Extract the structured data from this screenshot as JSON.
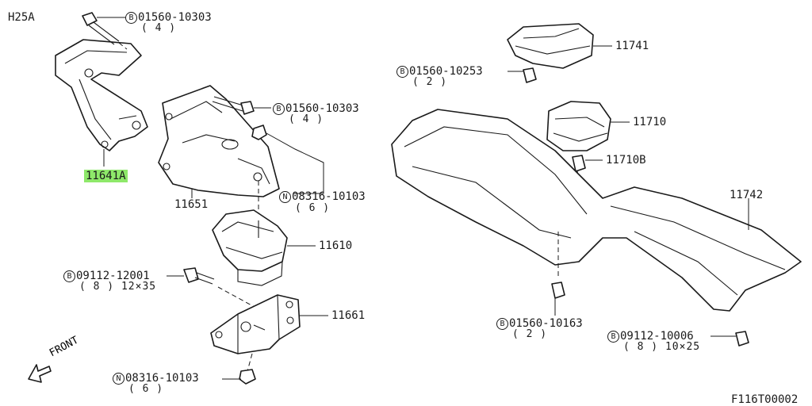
{
  "header": {
    "model": "H25A"
  },
  "footer": {
    "figure_code": "F116T00002"
  },
  "front_label": "FRONT",
  "callouts": [
    {
      "id": "b1",
      "marker": "B",
      "number": "01560-10303",
      "qty": "( 4 )"
    },
    {
      "id": "b2",
      "marker": "B",
      "number": "01560-10303",
      "qty": "( 4 )"
    },
    {
      "id": "b3",
      "marker": "B",
      "number": "01560-10253",
      "qty": "( 2 )"
    },
    {
      "id": "b4",
      "marker": "B",
      "number": "09112-12001",
      "qty": "( 8 ) 12×35"
    },
    {
      "id": "b5",
      "marker": "B",
      "number": "01560-10163",
      "qty": "( 2 )"
    },
    {
      "id": "b6",
      "marker": "B",
      "number": "09112-10006",
      "qty": "( 8 ) 10×25"
    },
    {
      "id": "n1",
      "marker": "N",
      "number": "08316-10103",
      "qty": "( 6 )"
    },
    {
      "id": "n2",
      "marker": "N",
      "number": "08316-10103",
      "qty": "( 6 )"
    }
  ],
  "parts": {
    "p11641A": "11641A",
    "p11651": "11651",
    "p11610": "11610",
    "p11661": "11661",
    "p11741": "11741",
    "p11710": "11710",
    "p11710B": "11710B",
    "p11742": "11742"
  },
  "highlight_color": "#8ee86a"
}
